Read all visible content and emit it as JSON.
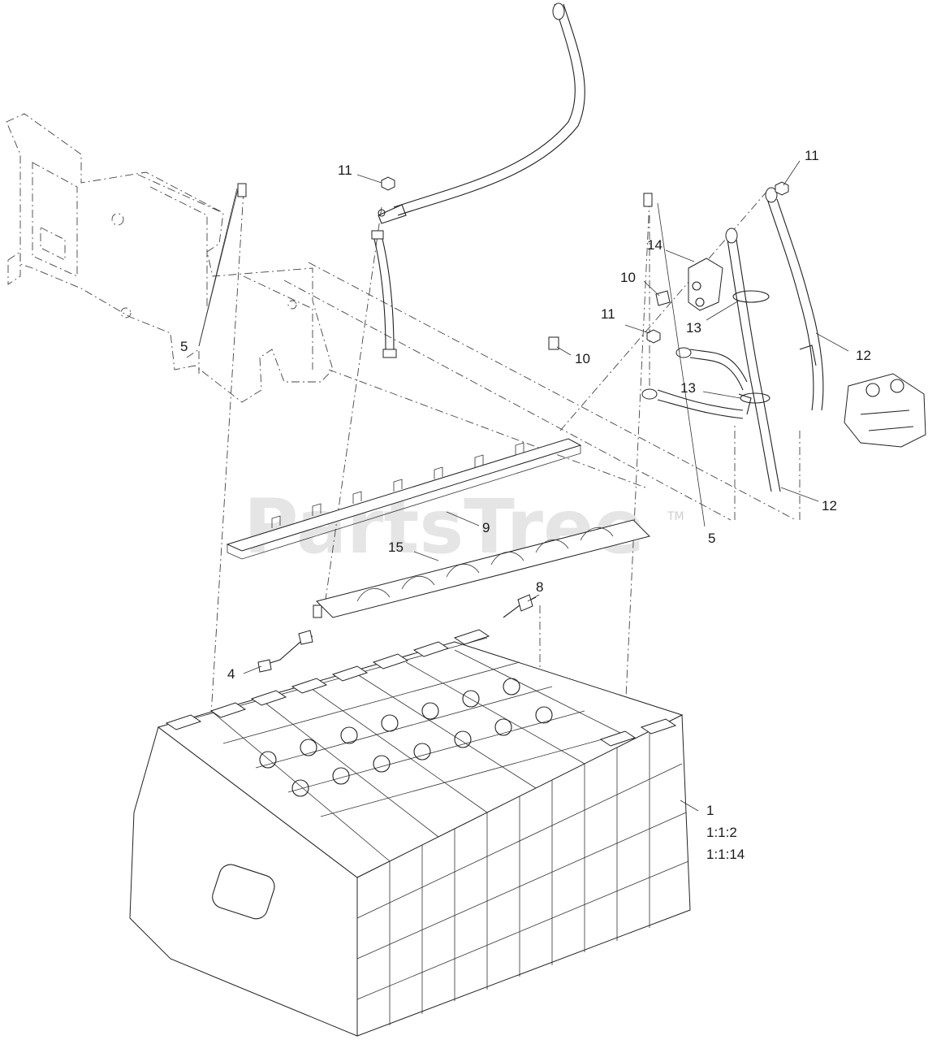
{
  "watermark": {
    "text": "PartsTree",
    "trademark": "TM"
  },
  "callouts": [
    {
      "id": "c1",
      "text": "1"
    },
    {
      "id": "c1a",
      "text": "1:1:2"
    },
    {
      "id": "c1b",
      "text": "1:1:14"
    },
    {
      "id": "c4",
      "text": "4"
    },
    {
      "id": "c5l",
      "text": "5"
    },
    {
      "id": "c5r",
      "text": "5"
    },
    {
      "id": "c8",
      "text": "8"
    },
    {
      "id": "c9",
      "text": "9"
    },
    {
      "id": "c10a",
      "text": "10"
    },
    {
      "id": "c10b",
      "text": "10"
    },
    {
      "id": "c11a",
      "text": "11"
    },
    {
      "id": "c11b",
      "text": "11"
    },
    {
      "id": "c11c",
      "text": "11"
    },
    {
      "id": "c12a",
      "text": "12"
    },
    {
      "id": "c12b",
      "text": "12"
    },
    {
      "id": "c13a",
      "text": "13"
    },
    {
      "id": "c13b",
      "text": "13"
    },
    {
      "id": "c14",
      "text": "14"
    },
    {
      "id": "c15",
      "text": "15"
    }
  ]
}
